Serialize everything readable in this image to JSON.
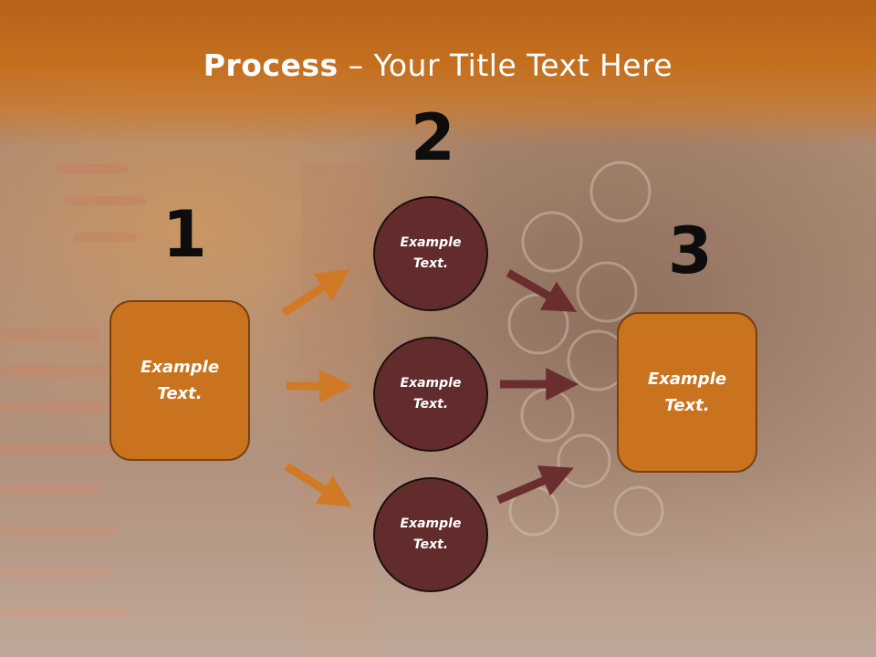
{
  "slide": {
    "title_bold": "Process",
    "title_sep": " – ",
    "title_rest": "Your Title Text Here"
  },
  "steps": {
    "step1": {
      "number": "1",
      "text": "Example\nText."
    },
    "step2": {
      "number": "2",
      "items": [
        {
          "text": "Example\nText."
        },
        {
          "text": "Example\nText."
        },
        {
          "text": "Example\nText."
        }
      ]
    },
    "step3": {
      "number": "3",
      "text": "Example\nText."
    }
  },
  "colors": {
    "box_fill": "#c9731f",
    "circle_fill": "#632c2c",
    "arrow_orange": "#d07a26",
    "arrow_maroon": "#6b2e2e",
    "number_color": "#0d0d0d"
  }
}
